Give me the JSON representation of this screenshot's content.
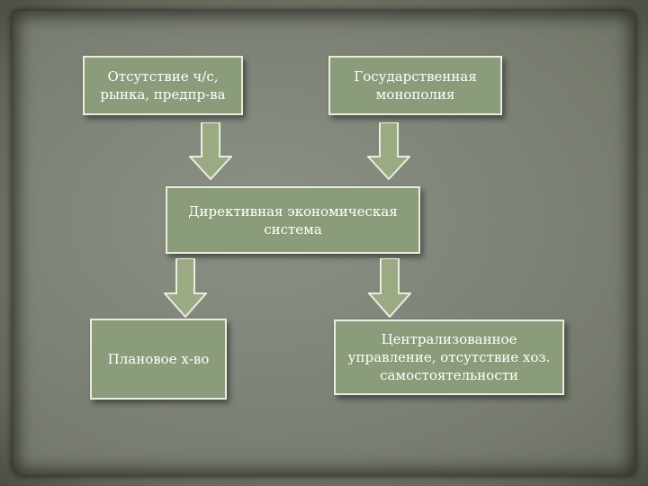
{
  "diagram": {
    "boxes": {
      "no_market": "Отсутствие ч/с, рынка, предпр-ва",
      "state_monopoly": "Государственная монополия",
      "directive_system": "Директивная экономическая система",
      "planned_economy": "Плановое х-во",
      "centralized_management": "Централизованное управление, отсутствие хоз. самостоятельности"
    },
    "colors": {
      "box_fill": "#8a9c79",
      "box_border": "#e9ecdf",
      "arrow_fill": "#9aab84",
      "background": "#7f8478"
    }
  }
}
